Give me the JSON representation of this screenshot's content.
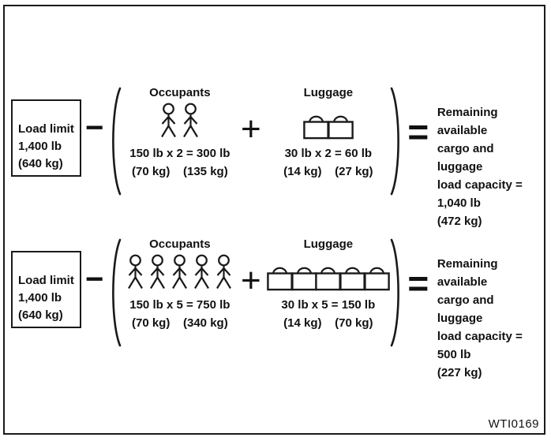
{
  "figure_code": "WTI0169",
  "ops": {
    "minus": "−",
    "plus": "+",
    "equals": "="
  },
  "rows": [
    {
      "load_limit": "Load limit\n1,400 lb\n(640 kg)",
      "occupants": {
        "title": "Occupants",
        "count": 2,
        "formula": "150 lb x 2 = 300 lb",
        "kg": "(70 kg)    (135 kg)"
      },
      "luggage": {
        "title": "Luggage",
        "count": 2,
        "formula": "30 lb x 2 = 60 lb",
        "kg": "(14 kg)    (27 kg)"
      },
      "result": "Remaining available\ncargo and luggage\nload capacity =\n1,040 lb\n(472 kg)"
    },
    {
      "load_limit": "Load limit\n1,400 lb\n(640 kg)",
      "occupants": {
        "title": "Occupants",
        "count": 5,
        "formula": "150 lb x 5 = 750 lb",
        "kg": "(70 kg)    (340 kg)"
      },
      "luggage": {
        "title": "Luggage",
        "count": 5,
        "formula": "30 lb x 5 = 150 lb",
        "kg": "(14 kg)    (70 kg)"
      },
      "result": "Remaining available\ncargo and luggage\nload capacity =\n500 lb\n(227 kg)"
    }
  ]
}
